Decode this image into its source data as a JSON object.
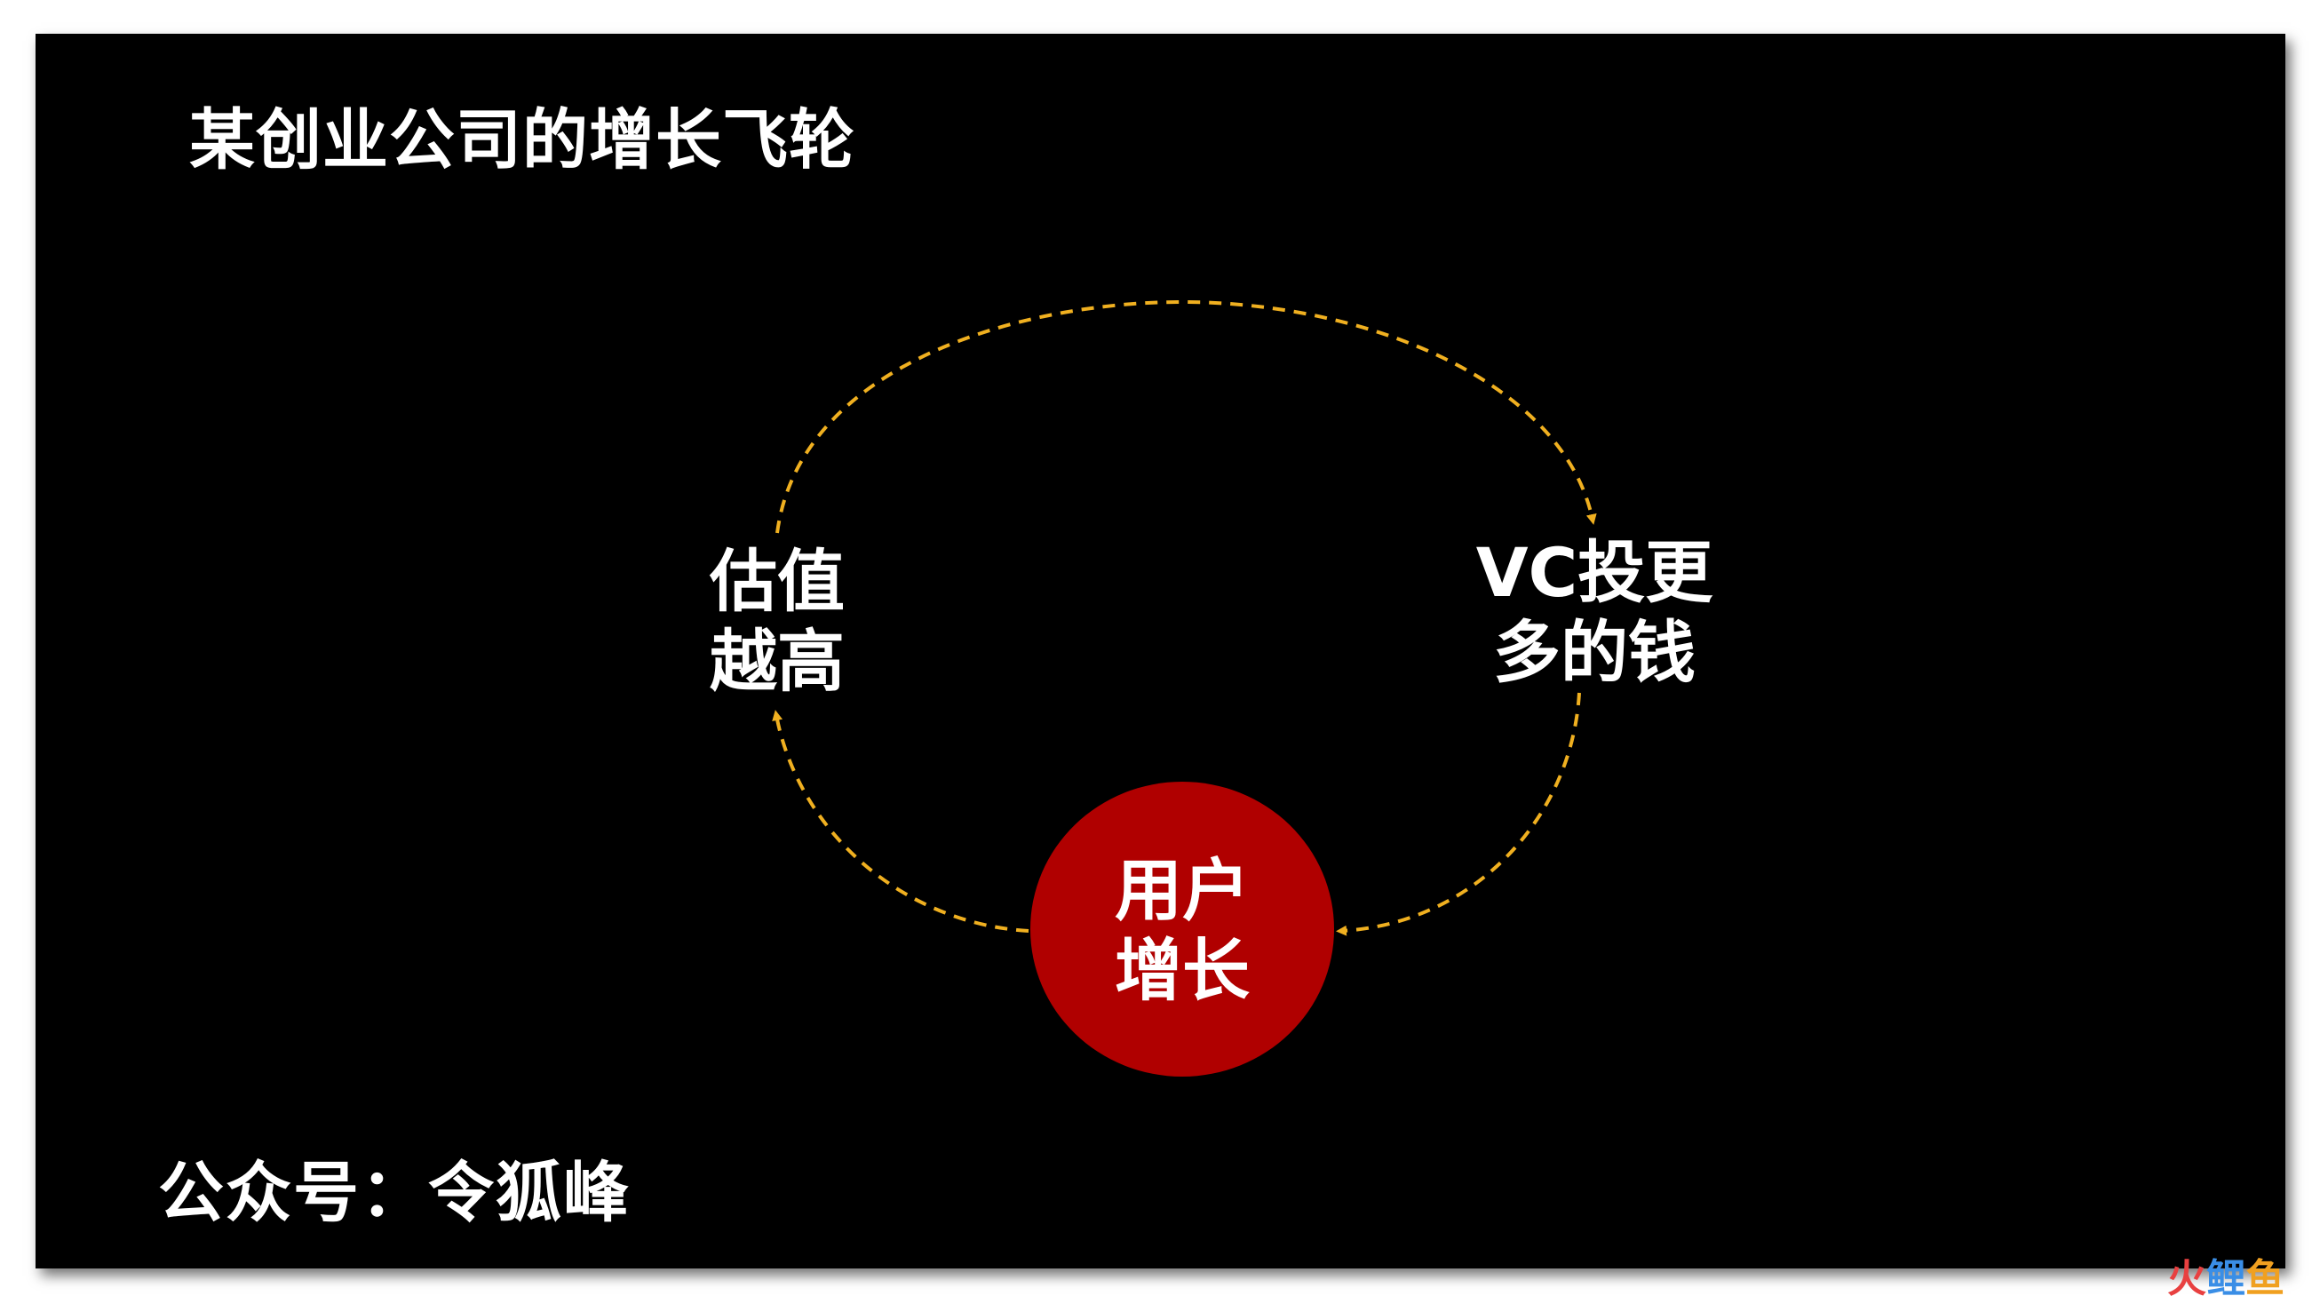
{
  "title": "某创业公司的增长飞轮",
  "footer": "公众号：令狐峰",
  "nodes": {
    "center_line1": "用户",
    "center_line2": "增长",
    "left_line1": "估值",
    "left_line2": "越高",
    "right_line1": "VC投更",
    "right_line2": "多的钱"
  },
  "colors": {
    "background": "#000000",
    "circle": "#b00000",
    "arrow": "#f0b020",
    "text": "#ffffff"
  },
  "watermark": {
    "part1": "火",
    "part2": "鲤",
    "part3": "鱼"
  }
}
